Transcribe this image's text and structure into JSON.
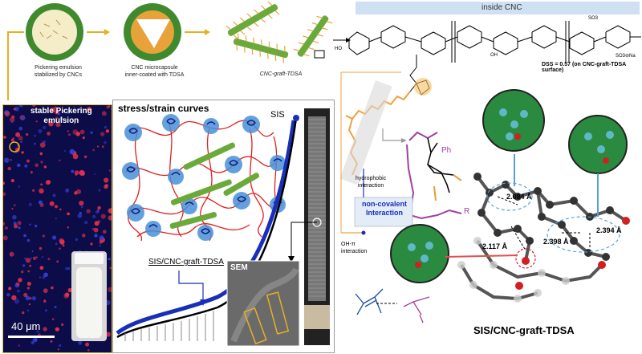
{
  "top_row": {
    "caption_emulsion": "Pickering emulsion\nstabilized by CNCs",
    "caption_capsule": "CNC microcapsule\ninner-coated with TDSA",
    "caption_graft": "CNC-graft-TDSA",
    "inside_cnc_label": "inside CNC",
    "dss_label": "DSS = 0.57 (on CNC-graft-TDSA surface)",
    "so3_label": "SO3",
    "so3na_label": "SO3⊖Na",
    "ho_label": "HO",
    "oh_label": "OH"
  },
  "micrograph": {
    "title": "stable Pickering\nemulsion",
    "scale_bar": "40 μm"
  },
  "stress_panel": {
    "title": "stress/strain curves",
    "sis_label": "SIS",
    "composite_label": "SIS/CNC-graft-TDSA",
    "sem_label": "SEM"
  },
  "interaction": {
    "hydrophobic": "hydrophobic\ninteraction",
    "noncovalent": "non-covalent\nInteraction",
    "oh_pi": "OH-π\ninteraction",
    "ph": "Ph",
    "r_label": "R",
    "final_title": "SIS/CNC-graft-TDSA"
  },
  "distances": [
    "2.084 Å",
    "2.117 Å",
    "2.398 Å",
    "2.394 Å"
  ],
  "colors": {
    "arrow_yellow": "#e8b020",
    "orange_chain": "#f0a040",
    "purple_chain": "#a040a0",
    "blue_curve": "#1a2fb8",
    "red_network": "#e02020",
    "cnc_green": "#5aa83a"
  }
}
